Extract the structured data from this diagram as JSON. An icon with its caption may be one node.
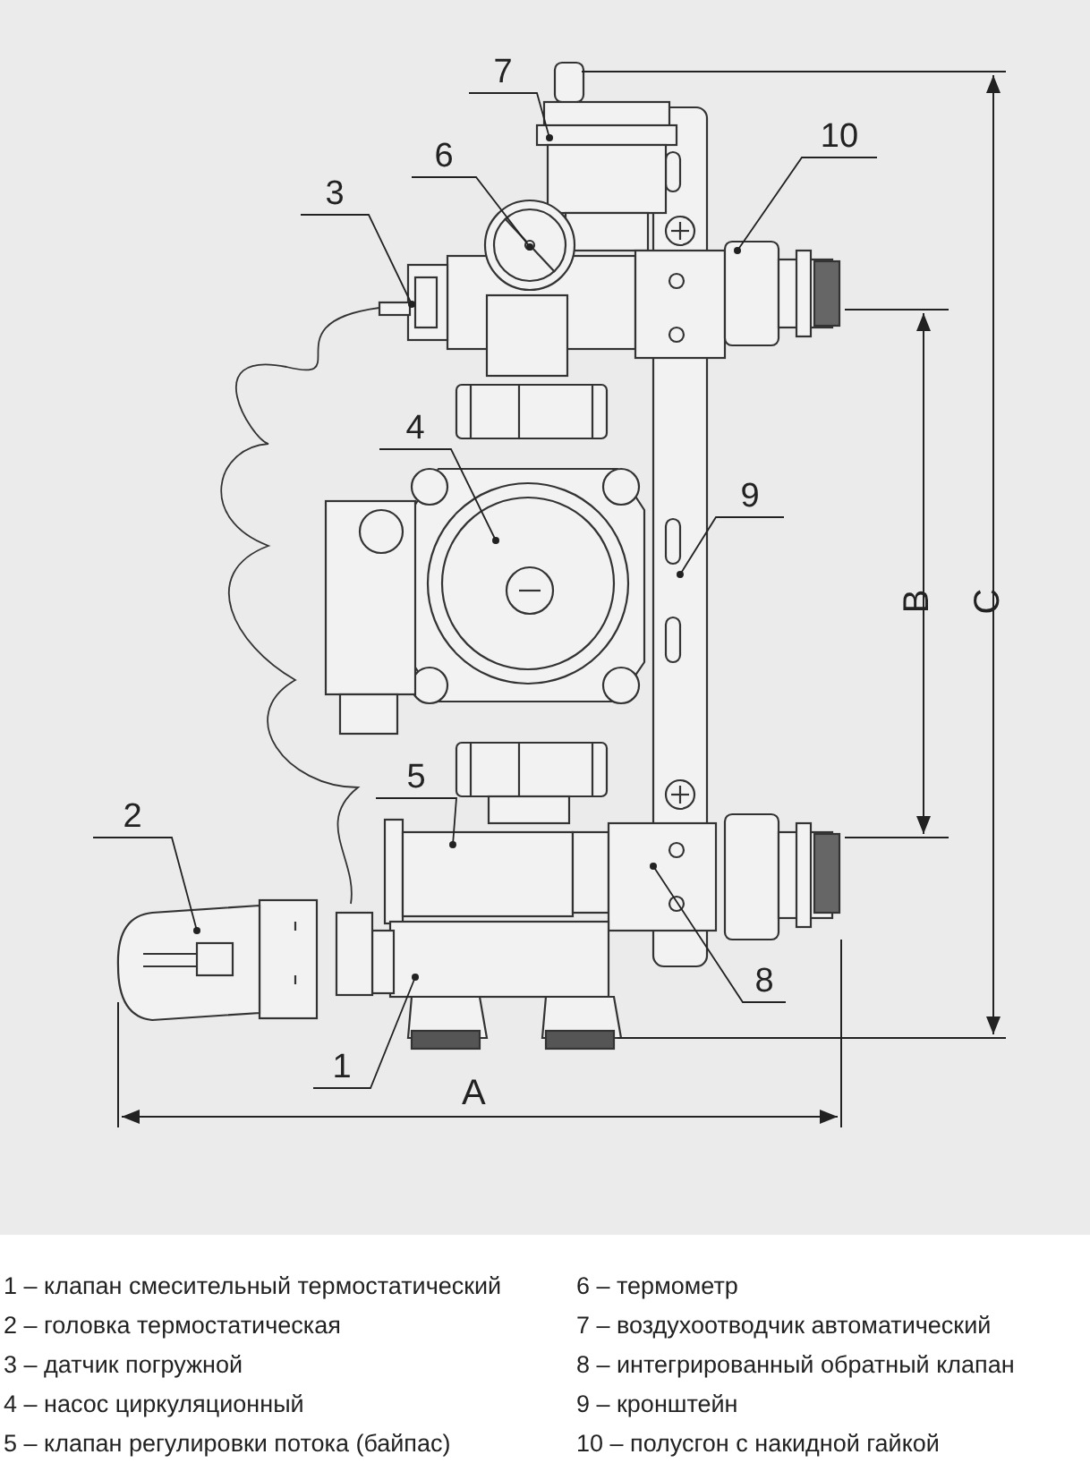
{
  "diagram": {
    "nodes": [
      {
        "text": [
          "1"
        ]
      },
      {
        "text": [
          "2"
        ]
      },
      {
        "text": [
          "3"
        ]
      },
      {
        "text": [
          "4"
        ]
      },
      {
        "text": [
          "5"
        ]
      },
      {
        "text": [
          "6"
        ]
      },
      {
        "text": [
          "7"
        ]
      },
      {
        "text": [
          "8"
        ]
      },
      {
        "text": [
          "9"
        ]
      },
      {
        "text": [
          "10"
        ]
      }
    ],
    "edges": [
      {
        "from": 0,
        "to": null,
        "arrow": "other"
      },
      {
        "from": 1,
        "to": null,
        "arrow": "other"
      },
      {
        "from": 2,
        "to": null,
        "arrow": "other"
      },
      {
        "from": 3,
        "to": null,
        "arrow": "other"
      },
      {
        "from": 4,
        "to": null,
        "arrow": "other"
      },
      {
        "from": 5,
        "to": null,
        "arrow": "other"
      },
      {
        "from": 6,
        "to": null,
        "arrow": "other"
      },
      {
        "from": 7,
        "to": null,
        "arrow": "other"
      },
      {
        "from": 8,
        "to": null,
        "arrow": "other"
      },
      {
        "from": 9,
        "to": null,
        "arrow": "other"
      }
    ],
    "labels": [
      "B",
      "C",
      "A",
      "1 – клапан смесительный термостатический",
      "6 – термометр",
      "2 – головка термостатическая",
      "7 – воздухоотводчик автоматический",
      "3 – датчик погружной",
      "8 – интегрированный обратный клапан",
      "4 – насос циркуляционный",
      "9 – кронштейн",
      "5 – клапан регулировки потока (байпас)",
      "10 – полусгон с накидной гайкой"
    ]
  }
}
